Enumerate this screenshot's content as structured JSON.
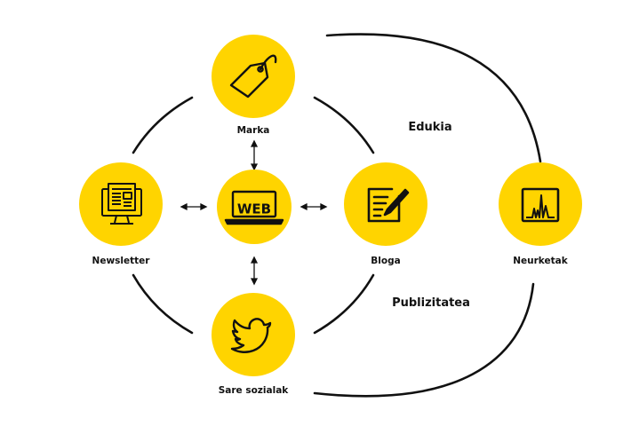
{
  "colors": {
    "node_fill": "#FFD400",
    "stroke": "#111111",
    "background": "#FFFFFF"
  },
  "center": {
    "icon": "laptop-web-icon",
    "text": "WEB"
  },
  "nodes": {
    "marka": {
      "label": "Marka",
      "icon": "price-tag-icon"
    },
    "newsletter": {
      "label": "Newsletter",
      "icon": "newsletter-screen-icon"
    },
    "bloga": {
      "label": "Bloga",
      "icon": "edit-document-icon"
    },
    "sare": {
      "label": "Sare sozialak",
      "icon": "twitter-bird-icon"
    },
    "neurketak": {
      "label": "Neurketak",
      "icon": "analytics-chart-icon"
    }
  },
  "sections": {
    "edukia": "Edukia",
    "publizitatea": "Publizitatea"
  }
}
